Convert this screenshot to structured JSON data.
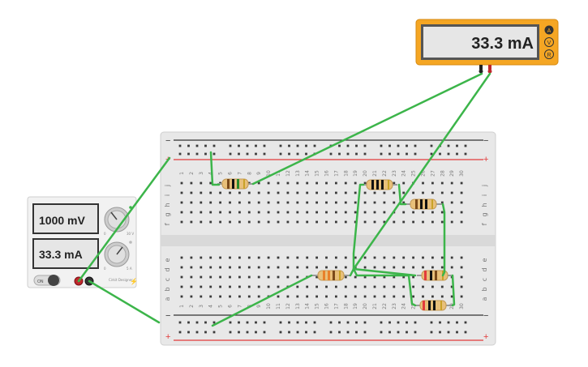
{
  "multimeter": {
    "reading": "33.3 mA",
    "mode_buttons": [
      {
        "label": "A",
        "active": true
      },
      {
        "label": "V",
        "active": false
      },
      {
        "label": "R",
        "active": false
      }
    ],
    "accent_color": "#f5a623"
  },
  "power_supply": {
    "voltage_display": "1000 mV",
    "current_display": "33.3 mA",
    "on_label": "ON",
    "knob_voltage_scale": "30 V",
    "knob_current_scale": "5 A",
    "knob_zero": "0",
    "brand": "Cirkit Designer"
  },
  "breadboard": {
    "rail_plus": "+",
    "rail_minus": "−",
    "columns": [
      "1",
      "2",
      "3",
      "4",
      "5",
      "6",
      "7",
      "8",
      "9",
      "10",
      "11",
      "12",
      "13",
      "14",
      "15",
      "16",
      "17",
      "18",
      "19",
      "20",
      "21",
      "22",
      "23",
      "24",
      "25",
      "26",
      "27",
      "28",
      "29",
      "30"
    ],
    "rows_top": [
      "j",
      "i",
      "h",
      "g",
      "f"
    ],
    "rows_bottom": [
      "e",
      "d",
      "c",
      "b",
      "a"
    ]
  },
  "colors": {
    "wire": "#3cb54a",
    "rail_red": "#e23b3b",
    "rail_dark": "#333333",
    "board": "#e9e9e9"
  }
}
